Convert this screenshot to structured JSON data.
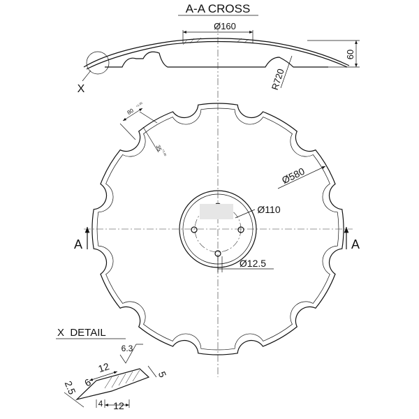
{
  "title": "A-A CROSS",
  "section_labels": {
    "left": "A",
    "right": "A"
  },
  "detail_callout": "X",
  "dimensions": {
    "hub_diameter": "Ø160",
    "height": "60",
    "radius": "R720",
    "outer_diameter": "Ø580",
    "bolt_circle": "Ø110",
    "hole_diameter": "Ø12.5",
    "notch_width": "80",
    "notch_width_tol": "+1.00",
    "notch_depth": "35",
    "notch_depth_tol": "+1.00"
  },
  "detail": {
    "title": "X  DETAIL",
    "roughness": "6.3",
    "dim_top_12": "12",
    "dim_6": "6",
    "dim_5": "5",
    "dim_2_5": "2.5",
    "dim_4": "4",
    "dim_bottom_12": "12"
  },
  "colors": {
    "line": "#111111",
    "background": "#ffffff"
  }
}
